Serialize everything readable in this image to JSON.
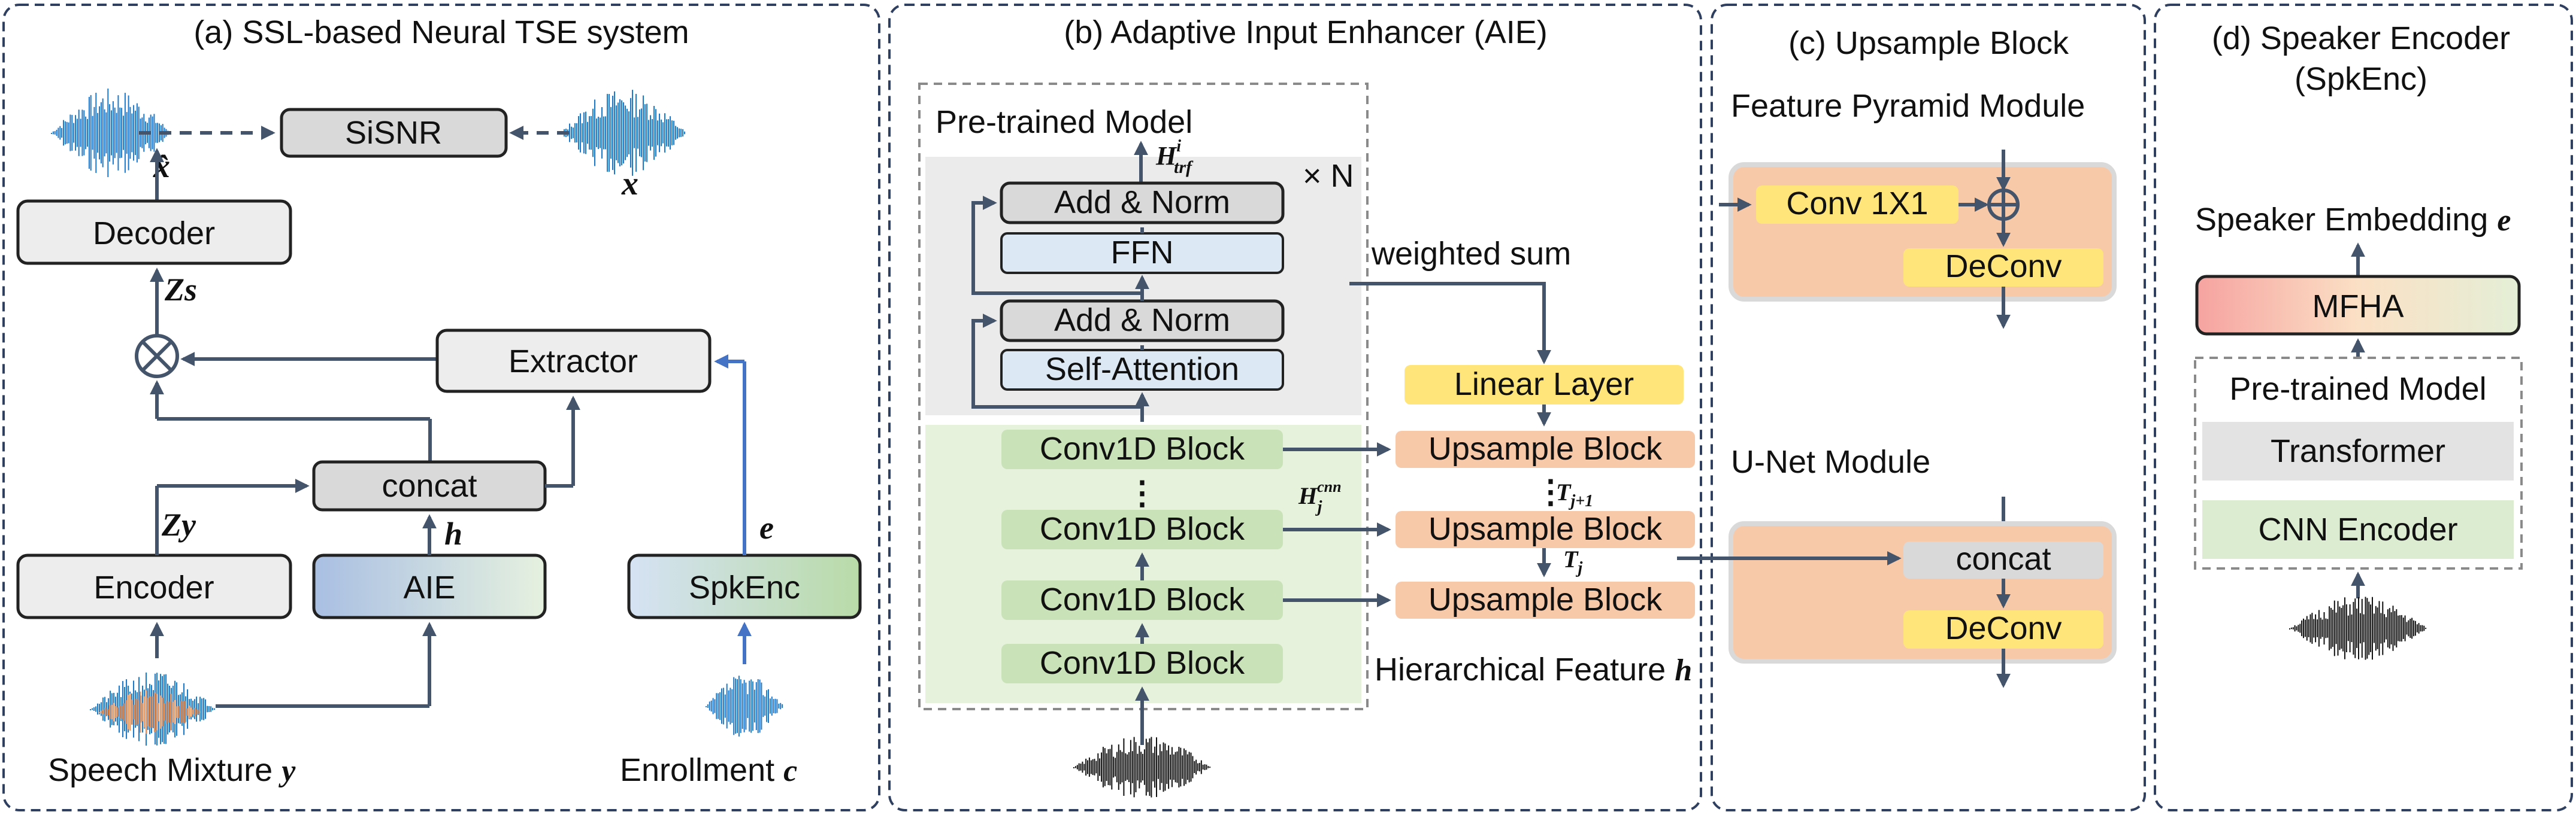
{
  "panels": {
    "a": {
      "title": "(a) SSL-based Neural TSE system",
      "sisnr": "SiSNR",
      "x_hat": "x̂",
      "x": "x",
      "decoder": "Decoder",
      "z_s": "Zs",
      "extractor": "Extractor",
      "concat": "concat",
      "encoder": "Encoder",
      "aie": "AIE",
      "spkenc": "SpkEnc",
      "z_y": "Zy",
      "h": "h",
      "e": "e",
      "speech_mixture": "Speech Mixture",
      "y": "y",
      "enrollment": "Enrollment",
      "c": "c"
    },
    "b": {
      "title": "(b) Adaptive Input Enhancer (AIE)",
      "pretrained": "Pre-trained Model",
      "h_trf": "H",
      "h_trf_sup": "i",
      "h_trf_sub": "trf",
      "times_n": "× N",
      "add_norm": "Add & Norm",
      "ffn": "FFN",
      "self_attention": "Self-Attention",
      "weighted_sum": "weighted sum",
      "linear_layer": "Linear Layer",
      "conv1d": "Conv1D Block",
      "upsample": "Upsample Block",
      "h_cnn": "H",
      "h_cnn_sup": "cnn",
      "h_cnn_sub": "j",
      "t_j1": "T",
      "t_j1_sub": "j+1",
      "t_j": "T",
      "t_j_sub": "j",
      "hier_feature": "Hierarchical Feature",
      "h": "h",
      "dots": "⋮"
    },
    "c": {
      "title": "(c) Upsample Block",
      "fpm": "Feature Pyramid Module",
      "conv1x1": "Conv 1X1",
      "deconv": "DeConv",
      "unet": "U-Net Module",
      "concat": "concat"
    },
    "d": {
      "title_line1": "(d) Speaker Encoder",
      "title_line2": "(SpkEnc)",
      "spk_emb": "Speaker Embedding",
      "e": "e",
      "mfha": "MFHA",
      "pretrained": "Pre-trained Model",
      "transformer": "Transformer",
      "cnn_encoder": "CNN Encoder"
    }
  },
  "colors": {
    "gray_block": "#d9d9d9",
    "light_gray_block": "#ededed",
    "blue_block": "#dde8f5",
    "green_block": "#c9e2b8",
    "yellow_block": "#ffe57a",
    "salmon_block": "#f8c9a9",
    "green_region": "#e6f2dc",
    "gray_region": "#ebebeb",
    "wave_blue": "#1f78c8",
    "wave_orange": "#e8945a",
    "line": "#44546a",
    "enroll_line": "#4472c4"
  }
}
